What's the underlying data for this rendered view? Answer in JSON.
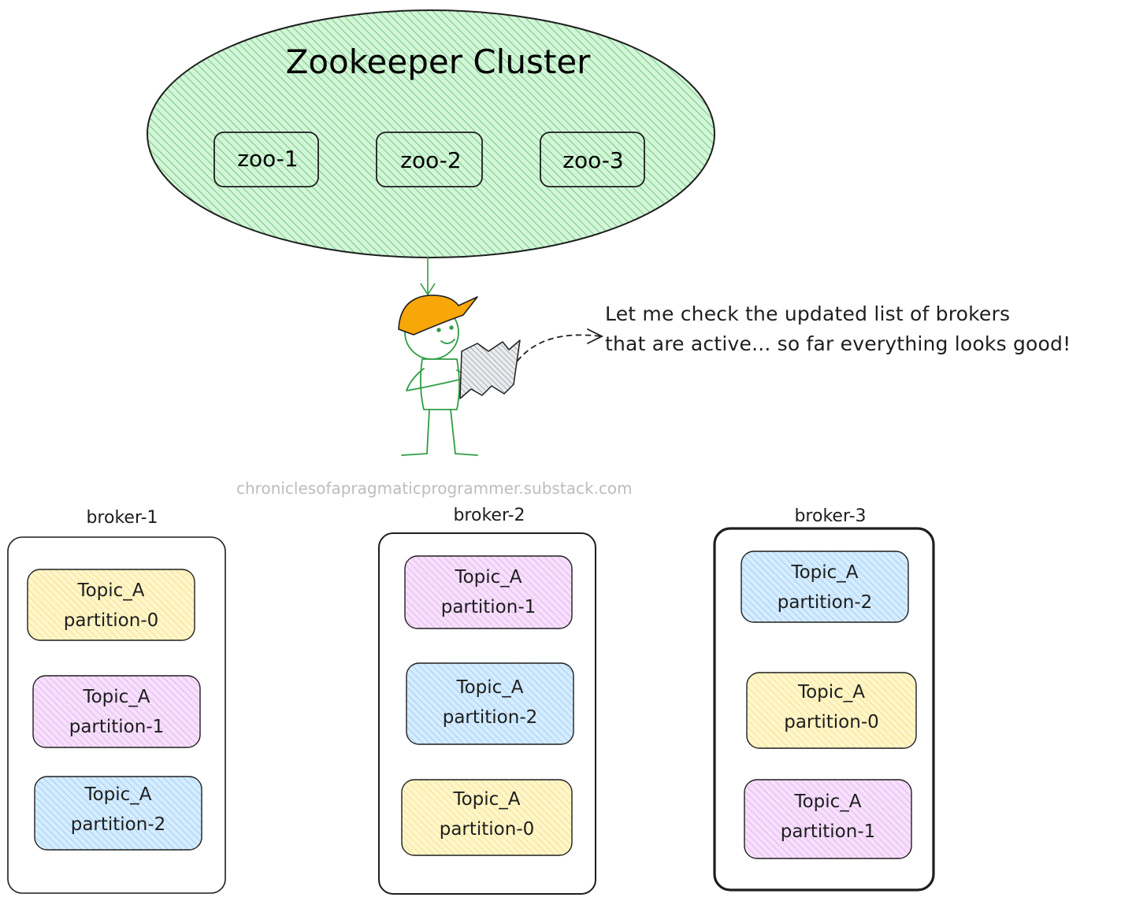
{
  "cluster": {
    "title": "Zookeeper Cluster",
    "fill": "#b2f2bb",
    "nodes": [
      "zoo-1",
      "zoo-2",
      "zoo-3"
    ]
  },
  "speech": {
    "line1": "Let me check the updated list of brokers",
    "line2": "that are active... so far everything looks good!"
  },
  "watermark": "chroniclesofapragmaticprogrammer.substack.com",
  "colors": {
    "yellow": "#ffec99",
    "pink": "#eebefa",
    "blue": "#a5d8ff",
    "green": "#b2f2bb",
    "hat": "#f8a708",
    "figure": "#2f9e44"
  },
  "brokers": [
    {
      "name": "broker-1",
      "partitions": [
        {
          "topic": "Topic_A",
          "partition": "partition-0",
          "color": "yellow"
        },
        {
          "topic": "Topic_A",
          "partition": "partition-1",
          "color": "pink"
        },
        {
          "topic": "Topic_A",
          "partition": "partition-2",
          "color": "blue"
        }
      ]
    },
    {
      "name": "broker-2",
      "partitions": [
        {
          "topic": "Topic_A",
          "partition": "partition-1",
          "color": "pink"
        },
        {
          "topic": "Topic_A",
          "partition": "partition-2",
          "color": "blue"
        },
        {
          "topic": "Topic_A",
          "partition": "partition-0",
          "color": "yellow"
        }
      ]
    },
    {
      "name": "broker-3",
      "partitions": [
        {
          "topic": "Topic_A",
          "partition": "partition-2",
          "color": "blue"
        },
        {
          "topic": "Topic_A",
          "partition": "partition-0",
          "color": "yellow"
        },
        {
          "topic": "Topic_A",
          "partition": "partition-1",
          "color": "pink"
        }
      ]
    }
  ]
}
